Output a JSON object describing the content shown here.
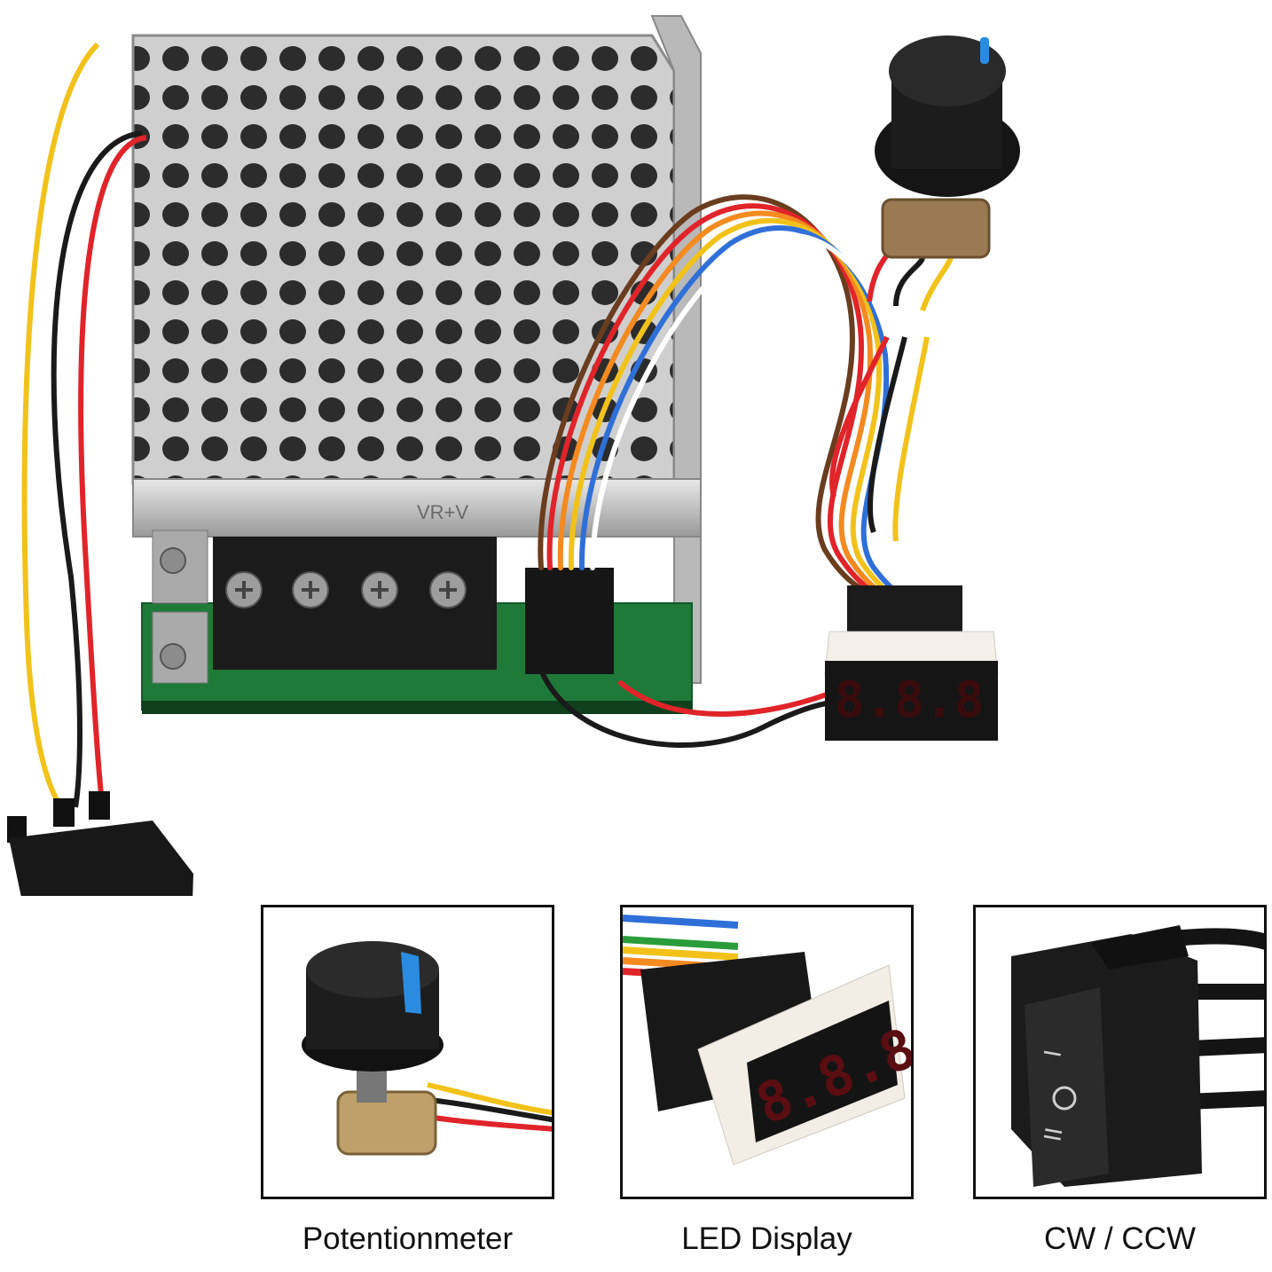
{
  "product": {
    "controller_labels": [
      "VR+V"
    ],
    "display_digits": "8.8.8"
  },
  "panels": [
    {
      "caption": "Potentionmeter",
      "icon": "potentiometer-knob-icon"
    },
    {
      "caption": "LED Display",
      "icon": "led-display-icon"
    },
    {
      "caption": "CW / CCW",
      "icon": "rocker-switch-icon"
    }
  ],
  "colors": {
    "case_silver": "#c9c9c9",
    "pcb_green": "#1f7a3a",
    "knob_blue": "#2a8be0",
    "led_red": "#d4232b",
    "wire_red": "#e0242a",
    "wire_yellow": "#f2c21a",
    "wire_black": "#1a1a1a"
  }
}
